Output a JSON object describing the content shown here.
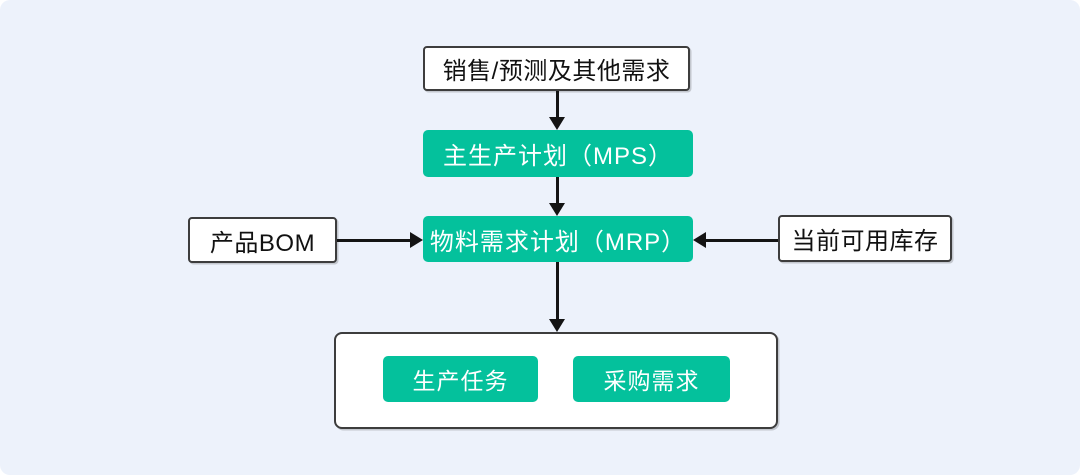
{
  "colors": {
    "background": "#edf2fb",
    "node-green": "#04c19c",
    "node-border": "#3d3d3d",
    "arrow": "#141414",
    "text-dark": "#111111",
    "text-light": "#ffffff"
  },
  "nodes": {
    "demand": "销售/预测及其他需求",
    "mps": "主生产计划（MPS）",
    "mrp": "物料需求计划（MRP）",
    "bom": "产品BOM",
    "inventory": "当前可用库存",
    "production": "生产任务",
    "purchase": "采购需求"
  }
}
